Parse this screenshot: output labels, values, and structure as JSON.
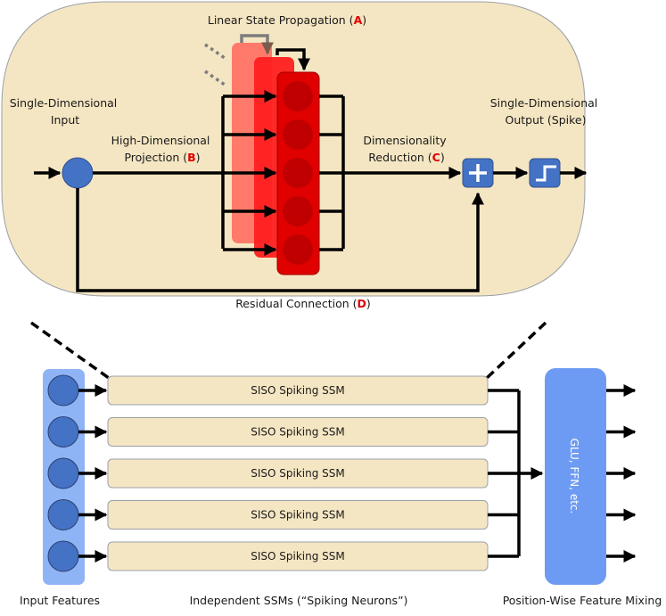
{
  "detail": {
    "label_linear_state": "Linear State Propagation (",
    "label_linear_state_letter": "A",
    "label_input_line1": "Single-Dimensional",
    "label_input_line2": "Input",
    "label_projection_line1": "High-Dimensional",
    "label_projection_line2": "Projection (",
    "label_projection_letter": "B",
    "label_reduction_line1": "Dimensionality",
    "label_reduction_line2": "Reduction (",
    "label_reduction_letter": "C",
    "label_output_line1": "Single-Dimensional",
    "label_output_line2": "Output (Spike)",
    "label_residual": "Residual Connection (",
    "label_residual_letter": "D",
    "close_paren": ")",
    "state_units": 5,
    "colors": {
      "panel_bg": "#f5e6c3",
      "node_blue": "#4472c4",
      "state_red": "#e00000",
      "state_dark": "#c00000",
      "letter_red": "#e00000"
    }
  },
  "overview": {
    "ssm_blocks": [
      {
        "label": "SISO Spiking SSM"
      },
      {
        "label": "SISO Spiking SSM"
      },
      {
        "label": "SISO Spiking SSM"
      },
      {
        "label": "SISO Spiking SSM"
      },
      {
        "label": "SISO Spiking SSM"
      }
    ],
    "mixing_label": "GLU, FFN, etc.",
    "caption_inputs": "Input Features",
    "caption_ssms": "Independent SSMs (“Spiking Neurons”)",
    "caption_mixing": "Position-Wise Feature Mixing",
    "colors": {
      "input_column": "#8fb4f5",
      "ssm_fill": "#f5e6c3",
      "mixing_fill": "#6d9bf3"
    }
  }
}
